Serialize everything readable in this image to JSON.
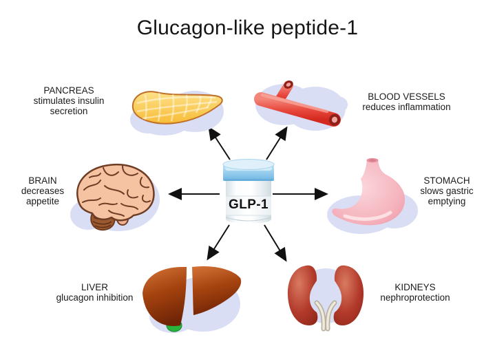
{
  "title": "Glucagon-like peptide-1",
  "center": {
    "label": "GLP-1"
  },
  "colors": {
    "cloud": "#d9def5",
    "arrow": "#111111",
    "vial_cap_top": "#dff0fa",
    "vial_cap": "#6db5e3",
    "vial_body": "#f7fafc",
    "pancreas": "#fbce54",
    "pancreas_outline": "#c06f2a",
    "vessel_red": "#e8473c",
    "brain_pink": "#f5c2a2",
    "brain_outline": "#6f3c24",
    "cerebellum_brown": "#9a5931",
    "stomach_pink": "#f2a3af",
    "liver_brown": "#a5430f",
    "gallbladder_green": "#29b23c",
    "kidney_red": "#b23a2b"
  },
  "organs": {
    "pancreas": {
      "name": "PANCREAS",
      "desc": "stimulates insulin\nsecretion"
    },
    "blood_vessels": {
      "name": "BLOOD VESSELS",
      "desc": "reduces inflammation"
    },
    "brain": {
      "name": "BRAIN",
      "desc": "decreases\nappetite"
    },
    "stomach": {
      "name": "STOMACH",
      "desc": "slows gastric\nemptying"
    },
    "liver": {
      "name": "LIVER",
      "desc": "glucagon inhibition"
    },
    "kidneys": {
      "name": "KIDNEYS",
      "desc": "nephroprotection"
    }
  }
}
